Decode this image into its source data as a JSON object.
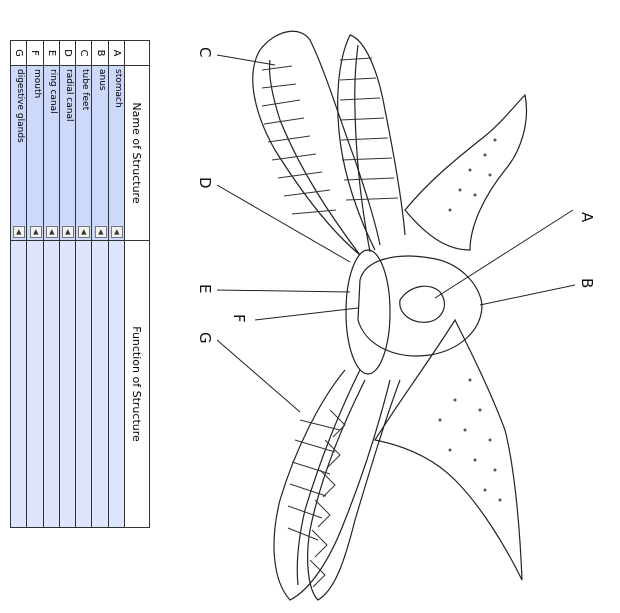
{
  "table": {
    "header_name": "Name of Structure",
    "header_function": "Function of Structure",
    "rows": [
      {
        "letter": "A",
        "name": "stomach",
        "function": ""
      },
      {
        "letter": "B",
        "name": "anus",
        "function": ""
      },
      {
        "letter": "C",
        "name": "tube feet",
        "function": ""
      },
      {
        "letter": "D",
        "name": "radial canal",
        "function": ""
      },
      {
        "letter": "E",
        "name": "ring canal",
        "function": ""
      },
      {
        "letter": "F",
        "name": "mouth",
        "function": ""
      },
      {
        "letter": "G",
        "name": "digestive glands",
        "function": ""
      }
    ],
    "dropdown_icon": "triangle-left-icon"
  },
  "diagram": {
    "labels": {
      "A": "A",
      "B": "B",
      "C": "C",
      "D": "D",
      "E": "E",
      "F": "F",
      "G": "G"
    }
  }
}
